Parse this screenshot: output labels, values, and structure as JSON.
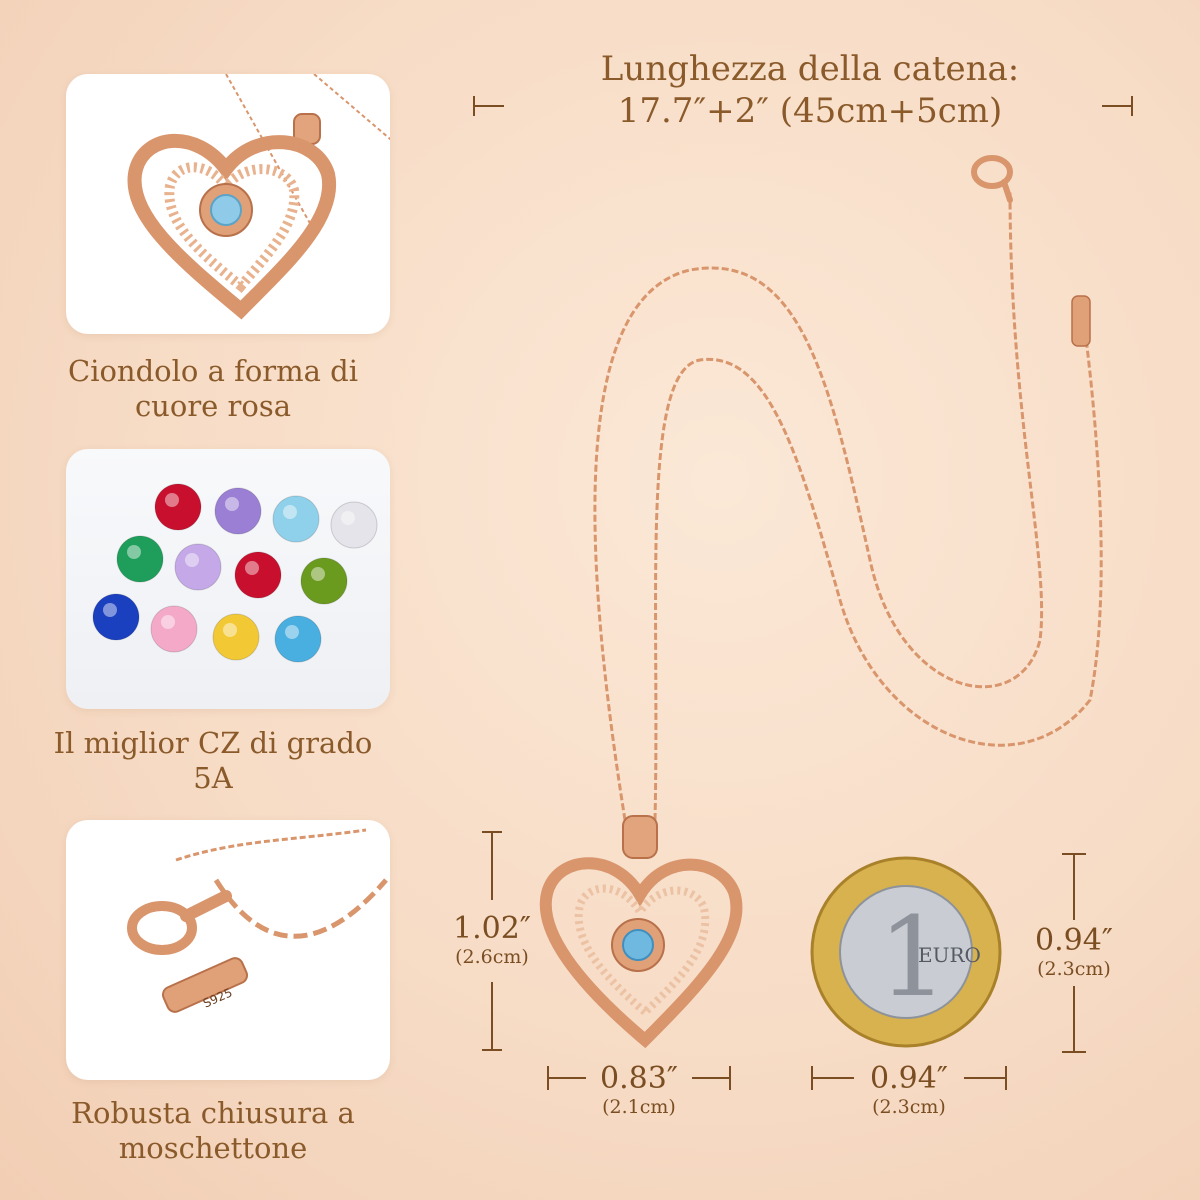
{
  "chain_length": {
    "line1": "Lunghezza della catena:",
    "line2": "17.7″+2″ (45cm+5cm)"
  },
  "features": [
    {
      "caption_line1": "Ciondolo a forma di",
      "caption_line2": "cuore rosa"
    },
    {
      "caption_line1": "Il miglior CZ di grado 5A",
      "caption_line2": ""
    },
    {
      "caption_line1": "Robusta chiusura a",
      "caption_line2": "moschettone"
    }
  ],
  "pendant_height": {
    "inch": "1.02″",
    "cm": "(2.6cm)"
  },
  "pendant_width": {
    "inch": "0.83″",
    "cm": "(2.1cm)"
  },
  "coin_height": {
    "inch": "0.94″",
    "cm": "(2.3cm)"
  },
  "coin_width": {
    "inch": "0.94″",
    "cm": "(2.3cm)"
  },
  "coin_label": "EURO",
  "coin_numeral": "1",
  "tag_text": "S925",
  "colors": {
    "rose_gold": "#d9956c",
    "rose_gold_dark": "#b8714a",
    "text": "#8a5a2b",
    "aquamarine": "#6fb9e0"
  },
  "gem_colors": [
    "#c8102e",
    "#9b7fd4",
    "#8fd0ea",
    "#e4e4ea",
    "#1e9e5a",
    "#c4a8e8",
    "#c8102e",
    "#6a9a1e",
    "#1a3fbf",
    "#f5a9c8",
    "#f2c935",
    "#49aee0"
  ]
}
